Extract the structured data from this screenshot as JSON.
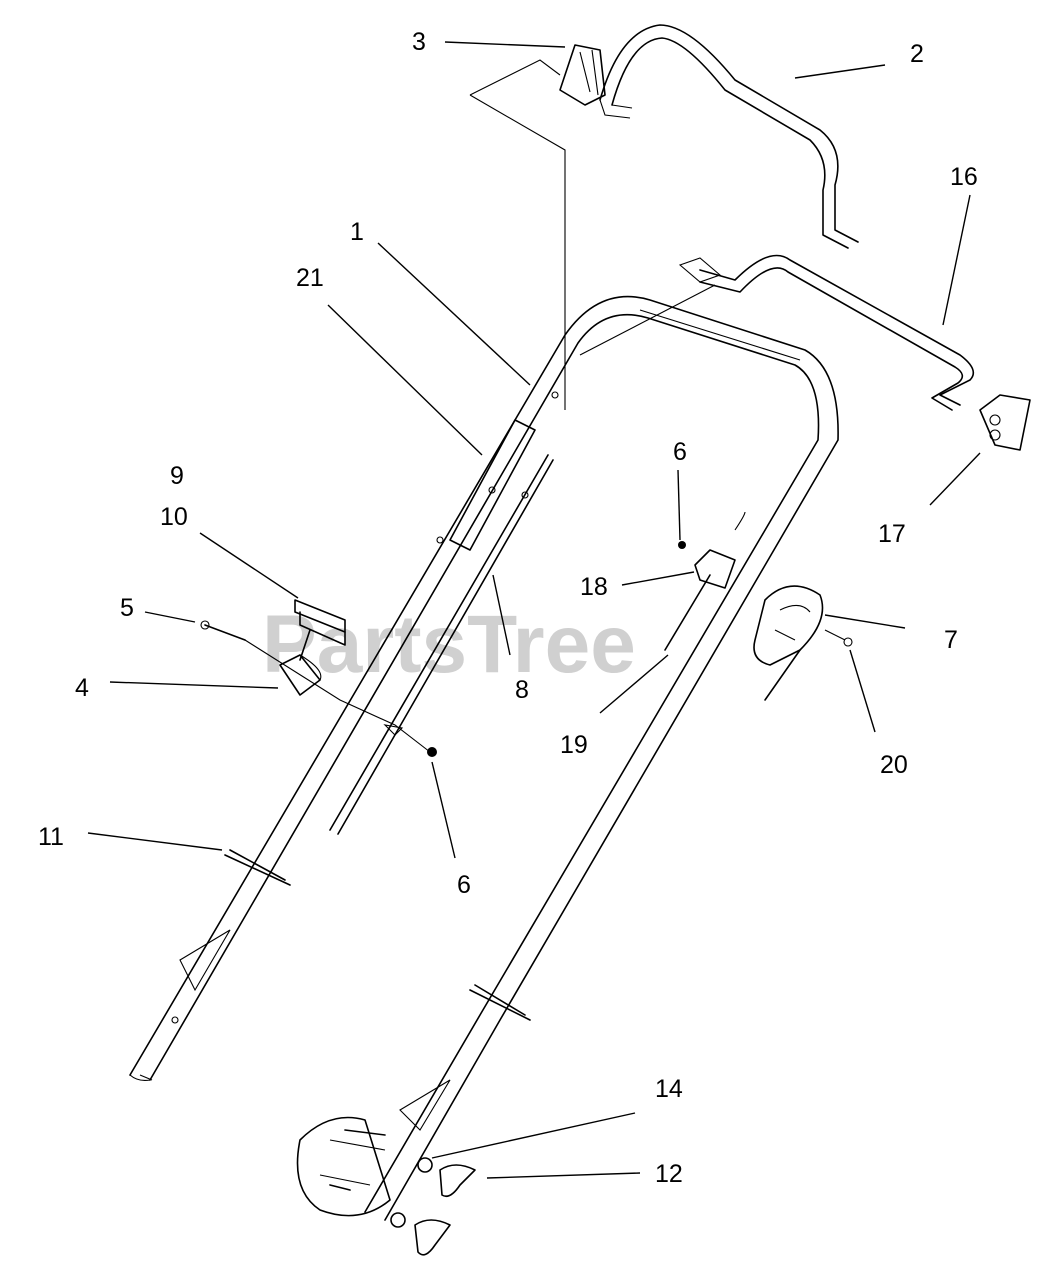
{
  "watermark": "PartsTree",
  "callouts": [
    {
      "key": "c1",
      "label": "1"
    },
    {
      "key": "c2",
      "label": "2"
    },
    {
      "key": "c3",
      "label": "3"
    },
    {
      "key": "c4",
      "label": "4"
    },
    {
      "key": "c5",
      "label": "5"
    },
    {
      "key": "c6a",
      "label": "6"
    },
    {
      "key": "c6b",
      "label": "6"
    },
    {
      "key": "c7",
      "label": "7"
    },
    {
      "key": "c8",
      "label": "8"
    },
    {
      "key": "c9",
      "label": "9"
    },
    {
      "key": "c10",
      "label": "10"
    },
    {
      "key": "c11",
      "label": "11"
    },
    {
      "key": "c12",
      "label": "12"
    },
    {
      "key": "c14",
      "label": "14"
    },
    {
      "key": "c16",
      "label": "16"
    },
    {
      "key": "c17",
      "label": "17"
    },
    {
      "key": "c18",
      "label": "18"
    },
    {
      "key": "c19",
      "label": "19"
    },
    {
      "key": "c20",
      "label": "20"
    },
    {
      "key": "c21",
      "label": "21"
    }
  ]
}
